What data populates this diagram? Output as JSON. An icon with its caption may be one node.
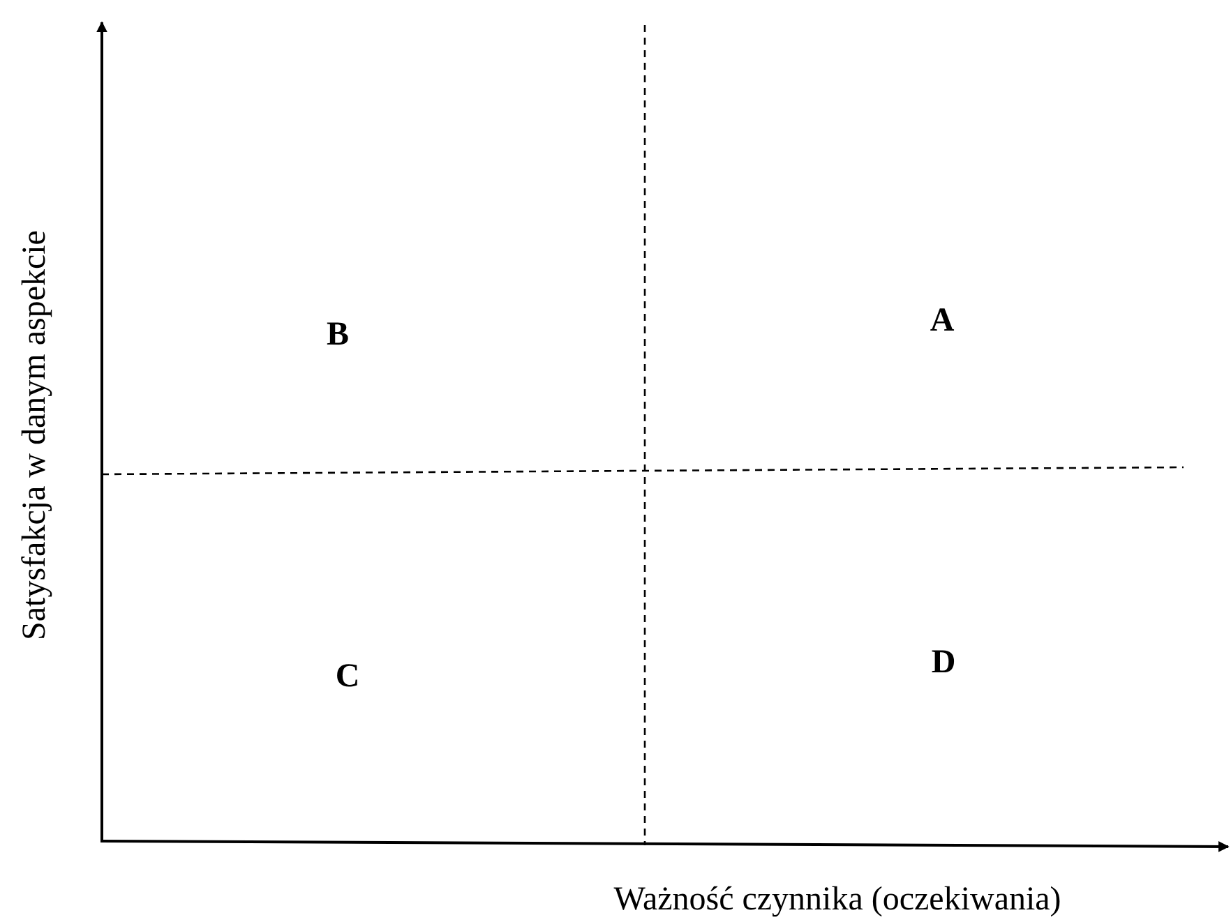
{
  "diagram": {
    "labels": [
      "Satysfakcja w danym aspekcie",
      "B",
      "A",
      "C",
      "D",
      "Ważność czynnika (oczekiwania)"
    ]
  }
}
